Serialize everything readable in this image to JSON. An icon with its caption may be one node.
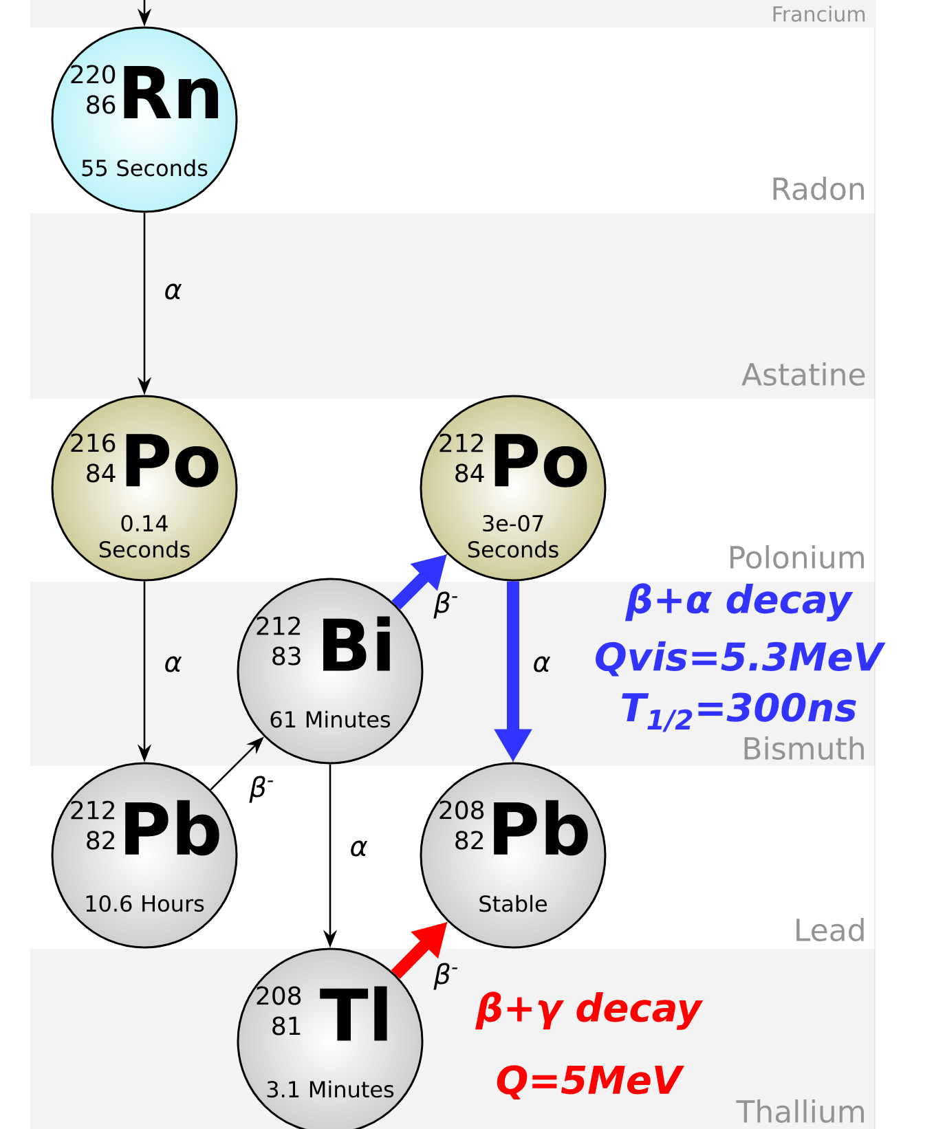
{
  "diagram": {
    "nodes": [
      {
        "text": [
          "Francium"
        ]
      },
      {
        "text": [
          "220",
          "86",
          "Rn",
          "55 Seconds"
        ]
      },
      {
        "text": [
          "216",
          "84",
          "Po",
          "0.14 Seconds"
        ]
      },
      {
        "text": [
          "212",
          "84",
          "Po",
          "3e-07 Seconds"
        ]
      },
      {
        "text": [
          "212",
          "83",
          "Bi",
          "61 Minutes"
        ]
      },
      {
        "text": [
          "212",
          "82",
          "Pb",
          "10.6 Hours"
        ]
      },
      {
        "text": [
          "208",
          "82",
          "Pb",
          "Stable"
        ]
      },
      {
        "text": [
          "208",
          "81",
          "Tl",
          "3.1 Minutes"
        ]
      }
    ],
    "edges": [
      {
        "from": 0,
        "to": 1,
        "arrow": "to"
      },
      {
        "from": 1,
        "to": 2,
        "arrow": "to",
        "label": "α"
      },
      {
        "from": 2,
        "to": 5,
        "arrow": "to",
        "label": "α"
      },
      {
        "from": 5,
        "to": 4,
        "arrow": "to",
        "label": "β$^{-}$"
      },
      {
        "from": 4,
        "to": 3,
        "arrow": "to",
        "label": "β$^{-}$"
      },
      {
        "from": 4,
        "to": 7,
        "arrow": "to",
        "label": "α"
      },
      {
        "from": 3,
        "to": 6,
        "arrow": "to",
        "label": "α"
      },
      {
        "from": 7,
        "to": 6,
        "arrow": "to",
        "label": "β$^{-}$"
      },
      {
        "from": 4,
        "to": 3,
        "arrow": "to",
        "style": "thick",
        "color": "#3333ff"
      },
      {
        "from": 3,
        "to": 6,
        "arrow": "to",
        "style": "thick",
        "color": "#3333ff"
      },
      {
        "from": 7,
        "to": 6,
        "arrow": "to",
        "style": "thick",
        "color": "#ff0000"
      }
    ],
    "labels": [
      "Radon",
      "Astatine",
      "Polonium",
      "β+α decay",
      "Qvis=5.3MeV",
      "T$_{1/2}$=300ns",
      "Bismuth",
      "Lead",
      "β+γ decay",
      "Q=5MeV",
      "Thallium"
    ]
  }
}
